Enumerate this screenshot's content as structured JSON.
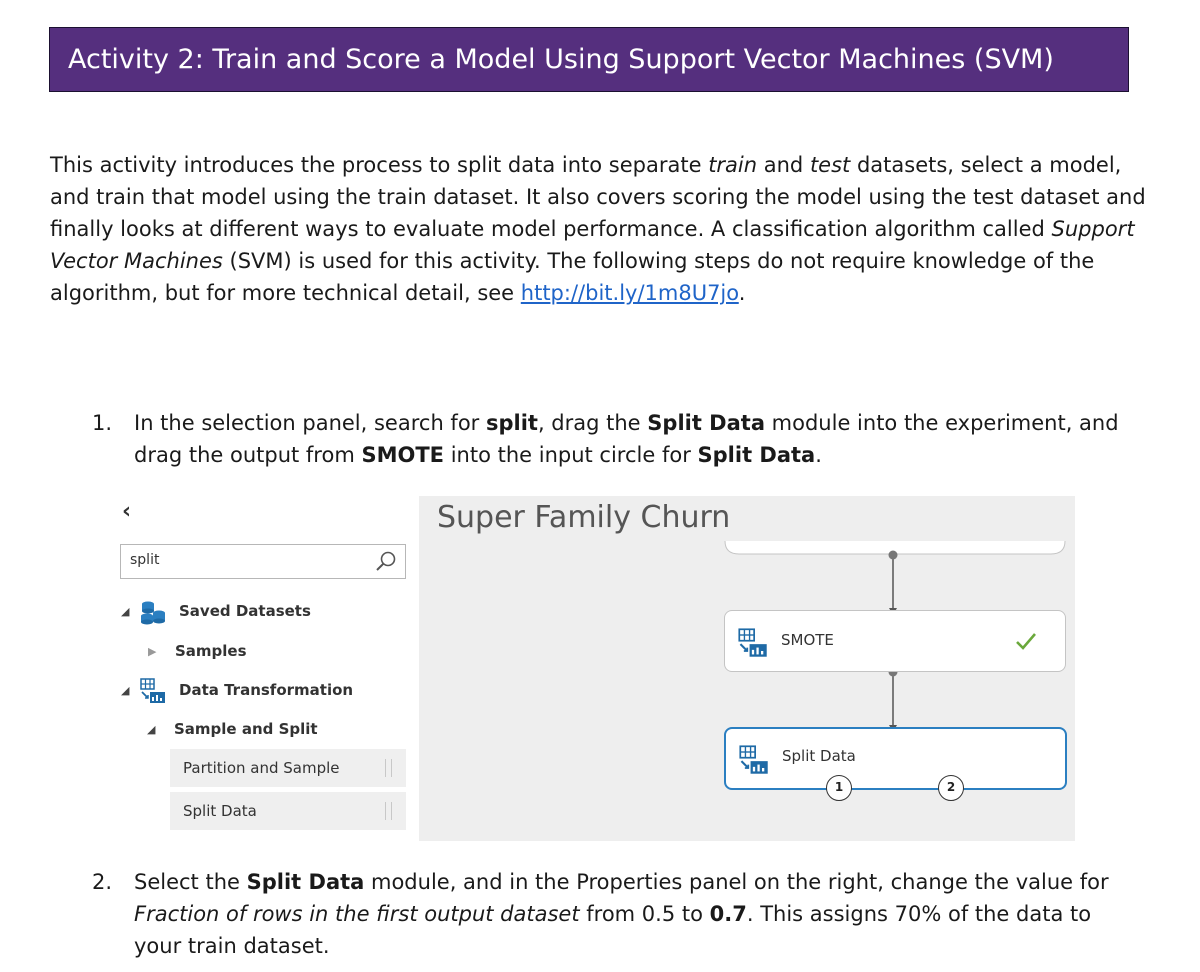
{
  "header": {
    "title": "Activity 2: Train and Score a Model Using Support Vector Machines (SVM)"
  },
  "intro": {
    "p1": "This activity introduces the process to split data into separate ",
    "em_train": "train",
    "p2": " and ",
    "em_test": "test",
    "p3": " datasets, select a model, and train that model using the train dataset. It also covers scoring the model using the test dataset and finally looks at different ways to evaluate model performance. A classification algorithm called ",
    "em_svm": "Support Vector Machines",
    "p4": " (SVM) is used for this activity. The following steps do not require knowledge of the algorithm, but for more technical detail, see ",
    "link": "http://bit.ly/1m8U7jo",
    "p5": "."
  },
  "steps": [
    {
      "number": "1.",
      "t1": "In the selection panel, search for ",
      "b1": "split",
      "t2": ", drag the ",
      "b2": "Split Data",
      "t3": " module into the experiment, and drag the output from ",
      "b3": "SMOTE",
      "t4": " into the input circle for ",
      "b4": "Split Data",
      "t5": "."
    },
    {
      "number": "2.",
      "t1": "Select the ",
      "b1": "Split Data",
      "t2": " module, and in the Properties panel on the right, change the value for ",
      "em1": "Fraction of rows in the first output dataset",
      "t3": " from 0.5 to ",
      "b2": "0.7",
      "t4": ". This assigns 70% of the data to your train dataset."
    }
  ],
  "panel": {
    "back_chevron": "‹",
    "search_value": "split",
    "tree": [
      {
        "label": "Saved Datasets",
        "icon": "datasets-icon",
        "expanded": true
      },
      {
        "label": "Samples",
        "expanded": false
      },
      {
        "label": "Data Transformation",
        "icon": "data-transformation-icon",
        "expanded": true
      },
      {
        "label": "Sample and Split",
        "expanded": true
      }
    ],
    "results": [
      "Partition and Sample",
      "Split Data"
    ]
  },
  "canvas": {
    "title": "Super Family Churn",
    "nodes": [
      {
        "label": "SMOTE",
        "status": "check-icon",
        "status_color": "#6aa83b"
      },
      {
        "label": "Split Data",
        "selected": true,
        "ports": [
          "1",
          "2"
        ]
      }
    ],
    "accent_color": "#2b7fc1"
  },
  "colors": {
    "header_bg": "#552f7e",
    "link": "#1f64c8"
  }
}
